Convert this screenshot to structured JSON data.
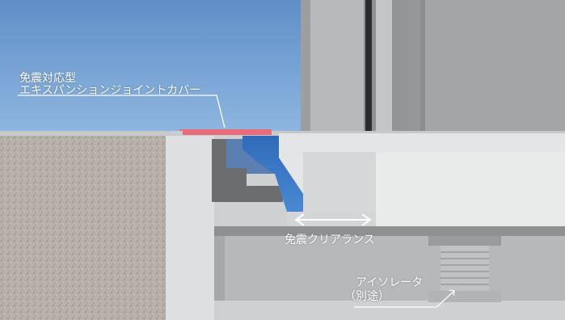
{
  "labels": {
    "cover_line1": "免震対応型",
    "cover_line2": "エキスパンションジョイントカバー",
    "clearance": "免震クリアランス",
    "isolator_line1": "アイソレータ",
    "isolator_line2": "（別途）"
  },
  "colors": {
    "sky": "#6a9ad0",
    "cover": "#e86b7a",
    "gap_blue": "#3a78c8",
    "concrete_light": "#e2e3e3",
    "concrete_mid": "#cfd0d1",
    "soil": "#b3ada6"
  }
}
